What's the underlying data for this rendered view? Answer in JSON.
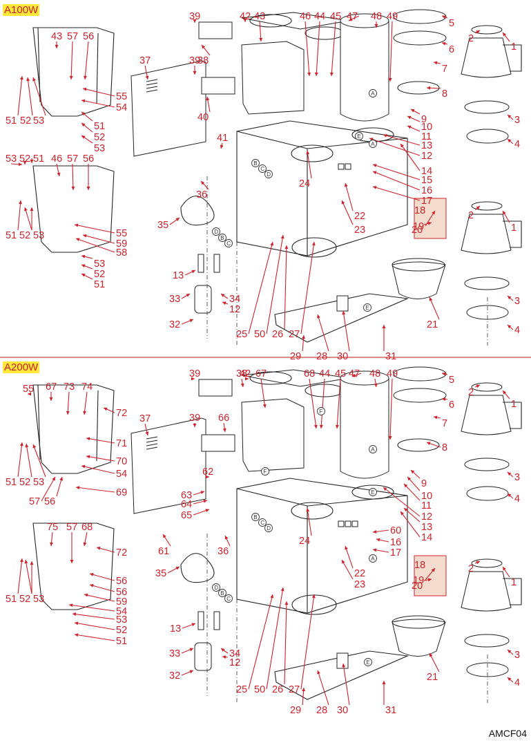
{
  "diagram": {
    "title_code": "AMCF04",
    "sections": [
      {
        "model": "A100W"
      },
      {
        "model": "A200W"
      }
    ],
    "colors": {
      "callout": "#d0202a",
      "badge_bg": "#ffe83a",
      "option_box": "#f3dccd",
      "divider": "#e08a8a"
    },
    "top_labels": [
      "43",
      "57",
      "56",
      "55",
      "54",
      "51",
      "52",
      "53",
      "51",
      "52",
      "53",
      "53",
      "52",
      "51",
      "46",
      "57",
      "56",
      "51",
      "52",
      "53",
      "55",
      "59",
      "58",
      "53",
      "52",
      "51",
      "37",
      "39",
      "38",
      "42",
      "43",
      "46",
      "44",
      "45",
      "47",
      "48",
      "49",
      "39",
      "40",
      "41",
      "36",
      "35",
      "13",
      "33",
      "32",
      "34",
      "12",
      "25",
      "50",
      "26",
      "27",
      "29",
      "28",
      "30",
      "31",
      "21",
      "24",
      "22",
      "23",
      "15",
      "16",
      "17",
      "14",
      "12",
      "13",
      "11",
      "10",
      "9",
      "8",
      "7",
      "6",
      "5",
      "2",
      "1",
      "3",
      "4",
      "18",
      "19",
      "20",
      "2",
      "1",
      "3",
      "4"
    ],
    "top_markers": [
      "A",
      "A",
      "B",
      "C",
      "D",
      "D",
      "B",
      "C",
      "E",
      "E"
    ],
    "bottom_labels": [
      "55",
      "67",
      "73",
      "74",
      "72",
      "71",
      "70",
      "54",
      "69",
      "51",
      "52",
      "53",
      "57",
      "56",
      "75",
      "57",
      "68",
      "72",
      "56",
      "56",
      "59",
      "54",
      "53",
      "52",
      "51",
      "51",
      "52",
      "53",
      "37",
      "39",
      "38",
      "42",
      "67",
      "68",
      "44",
      "45",
      "47",
      "48",
      "49",
      "39",
      "66",
      "62",
      "63",
      "64",
      "65",
      "61",
      "36",
      "35",
      "13",
      "33",
      "32",
      "34",
      "12",
      "25",
      "50",
      "26",
      "27",
      "29",
      "28",
      "30",
      "31",
      "21",
      "24",
      "60",
      "16",
      "17",
      "22",
      "23",
      "14",
      "13",
      "12",
      "11",
      "10",
      "9",
      "8",
      "7",
      "6",
      "5",
      "2",
      "1",
      "3",
      "4",
      "18",
      "19",
      "20",
      "2",
      "1",
      "3",
      "4"
    ],
    "bottom_markers": [
      "A",
      "A",
      "B",
      "C",
      "D",
      "D",
      "B",
      "C",
      "E",
      "E",
      "F",
      "F"
    ]
  }
}
